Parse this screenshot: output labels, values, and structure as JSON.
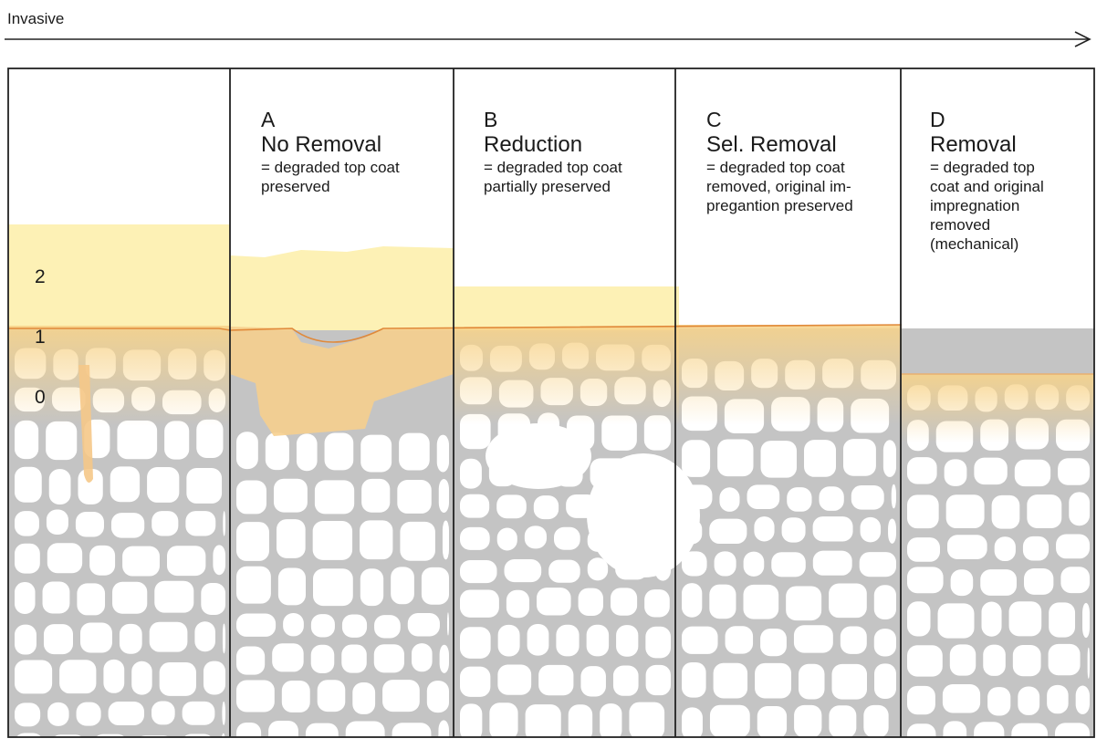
{
  "arrow_label": "Invasive",
  "layer_labels": [
    "2",
    "1",
    "0"
  ],
  "columns": [
    {
      "letter": "A",
      "title": "No Removal",
      "desc": "= degraded top coat\npreserved"
    },
    {
      "letter": "B",
      "title": "Reduction",
      "desc": "= degraded top coat\npartially preserved"
    },
    {
      "letter": "C",
      "title": "Sel. Removal",
      "desc": "= degraded top coat\nremoved, original im-\npregantion preserved"
    },
    {
      "letter": "D",
      "title": "Removal",
      "desc": "= degraded top\ncoat and original\nimpregnation\nremoved\n(mechanical)"
    }
  ],
  "colors": {
    "wood": "#c4c4c4",
    "cell": "#ffffff",
    "topcoat": "#fdf1b5",
    "impregnation": "#f7d38a",
    "surface_line": "#e0893a",
    "frame": "#222222"
  }
}
